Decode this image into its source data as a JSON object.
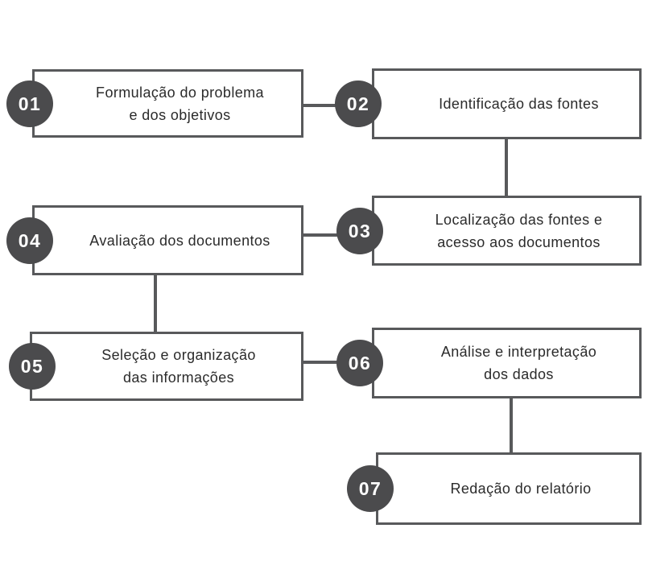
{
  "diagram": {
    "type": "process-flowchart",
    "language": "pt-BR",
    "steps": [
      {
        "number": "01",
        "label": "Formulação do problema e dos objetivos",
        "lines": [
          "Formulação do problema",
          "e dos objetivos"
        ]
      },
      {
        "number": "02",
        "label": "Identificação das fontes",
        "lines": [
          "Identificação das fontes"
        ]
      },
      {
        "number": "03",
        "label": "Localização das fontes e acesso aos documentos",
        "lines": [
          "Localização das fontes e",
          "acesso aos documentos"
        ]
      },
      {
        "number": "04",
        "label": "Avaliação dos documentos",
        "lines": [
          "Avaliação dos documentos"
        ]
      },
      {
        "number": "05",
        "label": "Seleção e organização das informações",
        "lines": [
          "Seleção e organização",
          "das informações"
        ]
      },
      {
        "number": "06",
        "label": "Análise e interpretação dos dados",
        "lines": [
          "Análise e interpretação",
          "dos dados"
        ]
      },
      {
        "number": "07",
        "label": "Redação do relatório",
        "lines": [
          "Redação do relatório"
        ]
      }
    ],
    "flow_order": [
      "01",
      "02",
      "03",
      "04",
      "05",
      "06",
      "07"
    ],
    "colors": {
      "background": "#ffffff",
      "box_fill": "#ffffff",
      "box_border": "#58595b",
      "connector": "#58595b",
      "badge_fill": "#4b4b4d",
      "badge_text": "#ffffff",
      "label_text": "#2b2b2b"
    }
  }
}
